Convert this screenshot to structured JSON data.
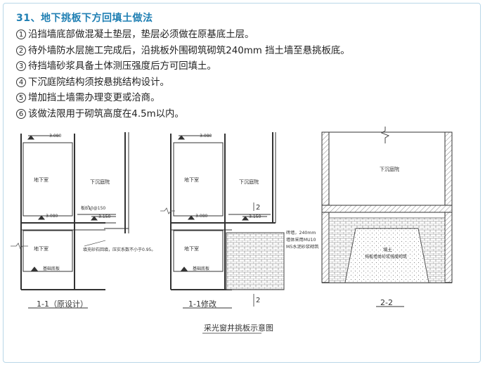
{
  "heading": "31、地下挑板下方回填土做法",
  "items": [
    {
      "num": "1",
      "text": "沿挡墙底部做混凝土垫层，垫层必须做在原基底土层。"
    },
    {
      "num": "2",
      "text": "待外墙防水层施工完成后，沿挑板外围砌筑砌筑240mm 挡土墙至悬挑板底。"
    },
    {
      "num": "3",
      "text": "待挡墙砂浆具备土体测压强度后方可回填土。"
    },
    {
      "num": "4",
      "text": "下沉庭院结构须按悬挑结构设计。"
    },
    {
      "num": "5",
      "text": "增加挡土墙需办理变更或洽商。"
    },
    {
      "num": "6",
      "text": "该做法限用于砌筑高度在4.5m以内。"
    }
  ],
  "drawing": {
    "left_section": {
      "level_top": "-3.080",
      "room_upper": "地下室",
      "room_lower": "地下室",
      "level_mid": "-3.080",
      "courtyard": "下沉庭院",
      "level_courtyard": "-3.150",
      "note_slab": "板B10@150",
      "note_a": "填充砂石回填，压实系数不小于0.95。",
      "note_b": "基础底板",
      "caption": "1-1（原设计）"
    },
    "middle_section": {
      "level_top": "-3.080",
      "room_upper": "地下室",
      "room_lower": "地下室",
      "level_mid": "-3.080",
      "courtyard": "下沉庭院",
      "level_courtyard": "-3.150",
      "note_b": "基础底板",
      "marker": "2",
      "caption": "1-1修改"
    },
    "wall_note": {
      "line1": "砖墙，240mm",
      "line2": "墙体采用MU10",
      "line3": "M5水泥砂浆砌筑"
    },
    "right_section": {
      "courtyard": "下沉庭院",
      "fill_line1": "填土",
      "fill_line2": "挡板墙体砂浆强度砌筑",
      "caption": "2-2"
    },
    "bottom_caption": "采光窗井挑板示意图"
  }
}
